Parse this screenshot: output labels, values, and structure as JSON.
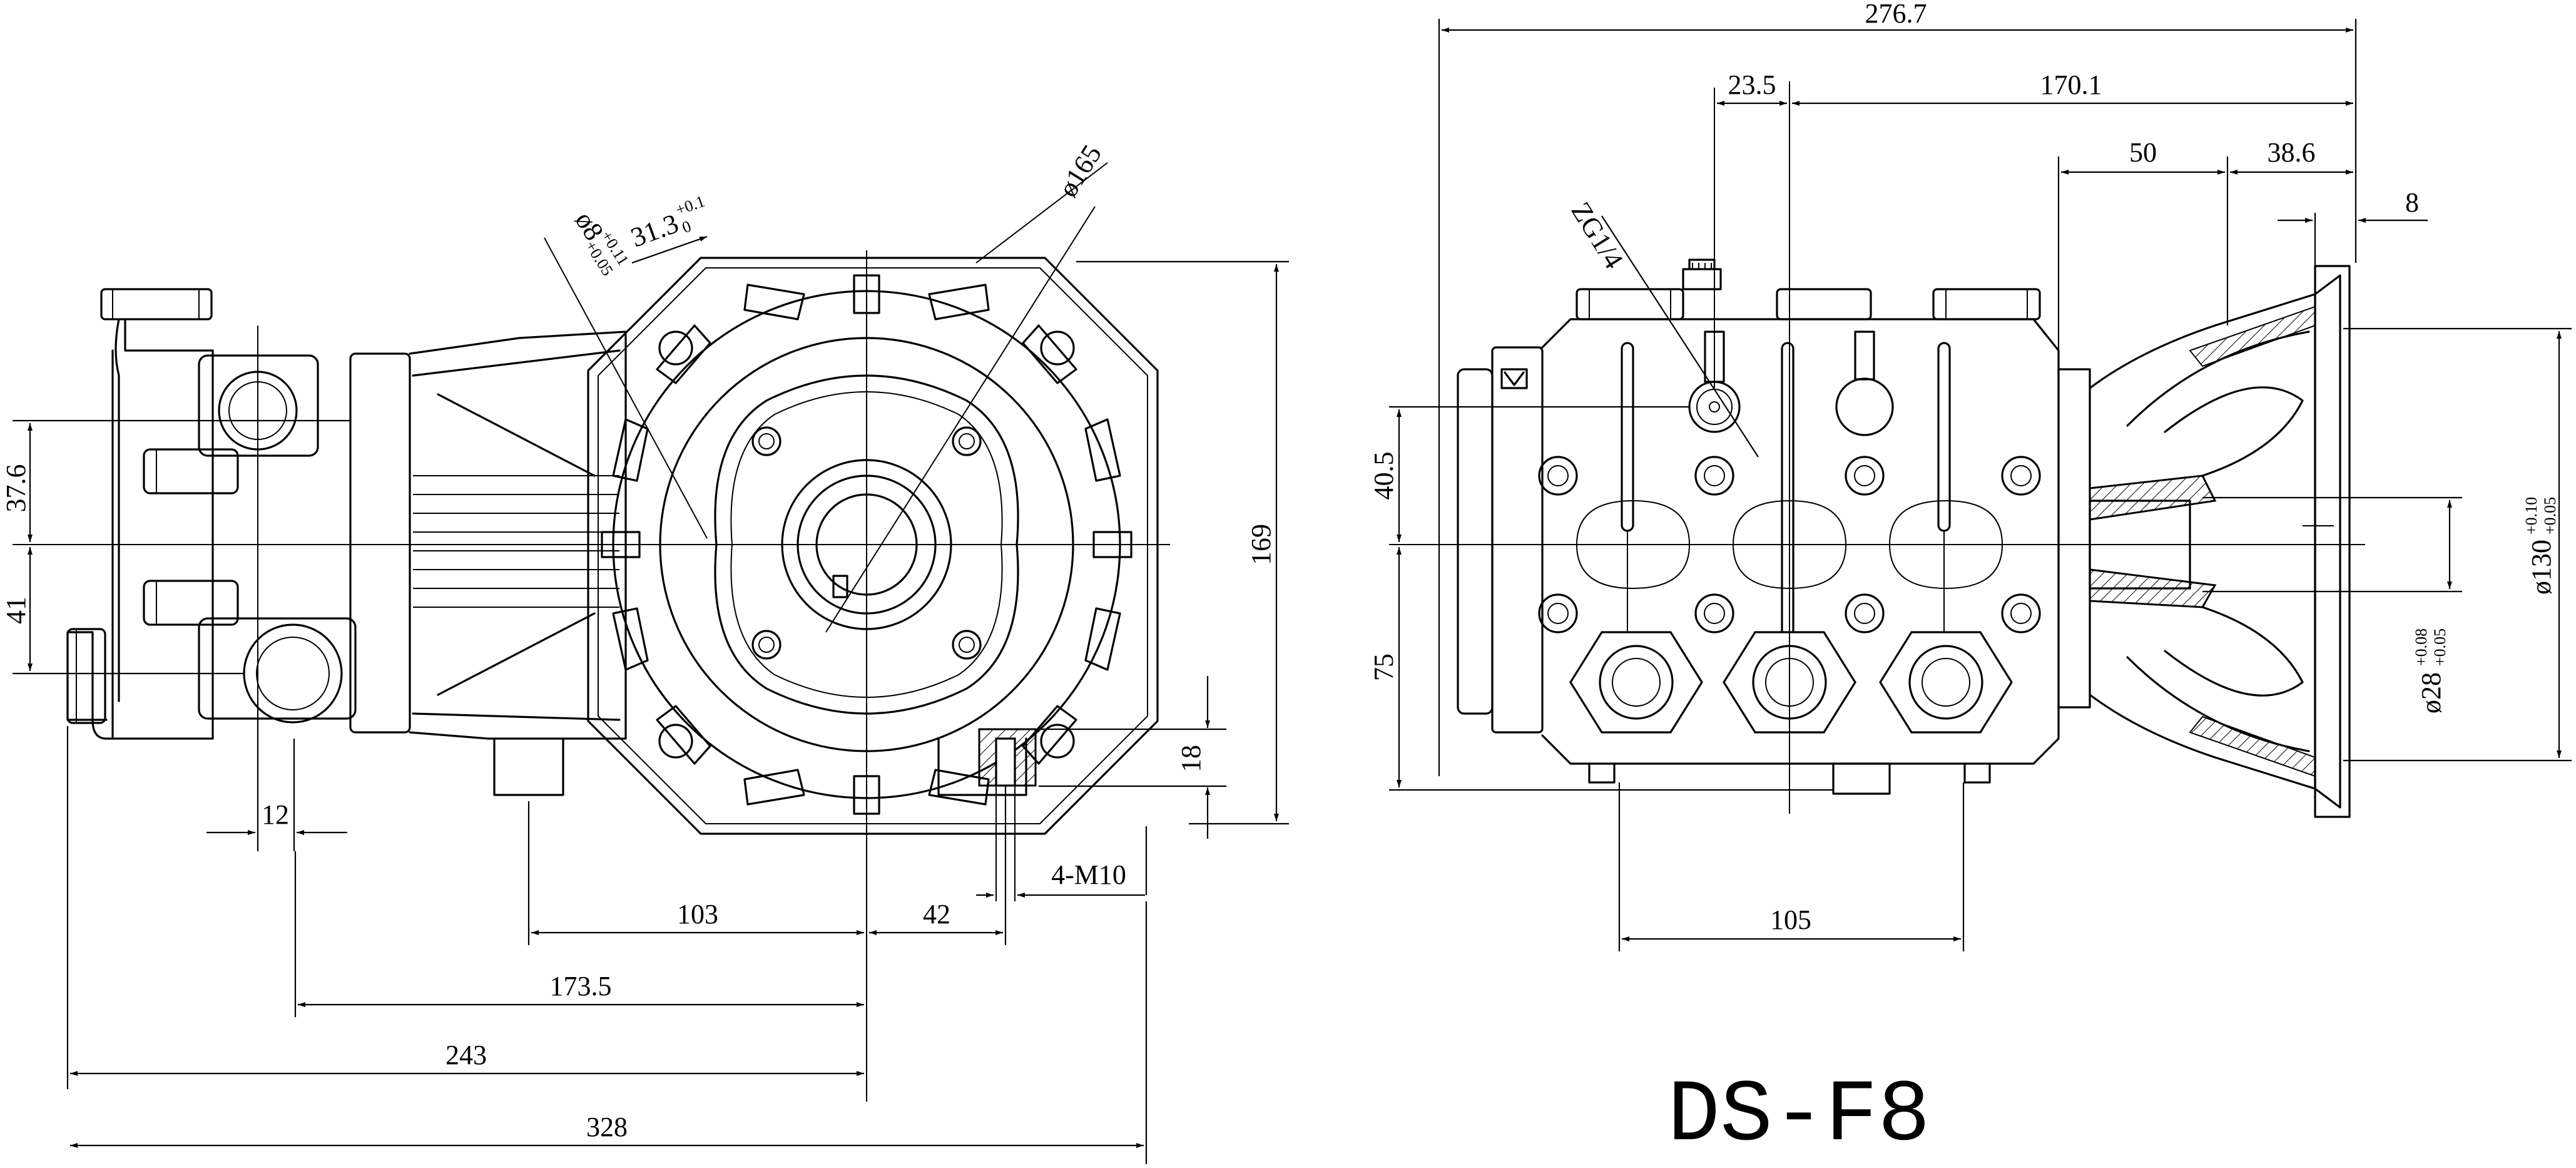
{
  "model": "DS-F8",
  "front_view": {
    "dims": {
      "d165": "ø165",
      "d8_base": "ø8",
      "d8_tol_upper": "+0.11",
      "d8_tol_lower": "+0.05",
      "d31_base": "31.3",
      "d31_tol_upper": "+0.1",
      "d31_tol_lower": "0",
      "d37_6": "37.6",
      "d41": "41",
      "d169": "169",
      "d18": "18",
      "d12": "12",
      "d4m10": "4-M10",
      "d103": "103",
      "d42": "42",
      "d173_5": "173.5",
      "d243": "243",
      "d328": "328"
    }
  },
  "side_view": {
    "dims": {
      "d276_7": "276.7",
      "d23_5": "23.5",
      "d170_1": "170.1",
      "d50": "50",
      "d38_6": "38.6",
      "d8": "8",
      "zg14": "ZG1/4",
      "d40_5": "40.5",
      "d75": "75",
      "d105": "105",
      "d130_base": "ø130",
      "d130_tol_upper": "+0.10",
      "d130_tol_lower": "+0.05",
      "d28_base": "ø28",
      "d28_tol_upper": "+0.08",
      "d28_tol_lower": "+0.05"
    }
  }
}
